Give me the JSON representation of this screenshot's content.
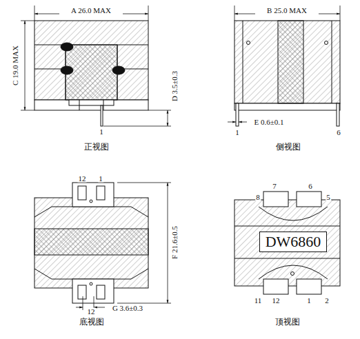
{
  "diagram": {
    "nodes": [
      {
        "text": [
          "DW6860"
        ]
      }
    ],
    "labels": [
      "A 26.0 MAX",
      "C 19.0 MAX",
      "D 3.5±0.3",
      "1",
      "正视图",
      "B 25.0 MAX",
      "E 0.6±0.1",
      "1",
      "6",
      "侧视图",
      "12",
      "1",
      "12",
      "F 21.6±0.5",
      "G 3.6±0.3",
      "底视图",
      "8",
      "7",
      "6",
      "5",
      "11",
      "12",
      "1",
      "2",
      "顶视图"
    ]
  }
}
